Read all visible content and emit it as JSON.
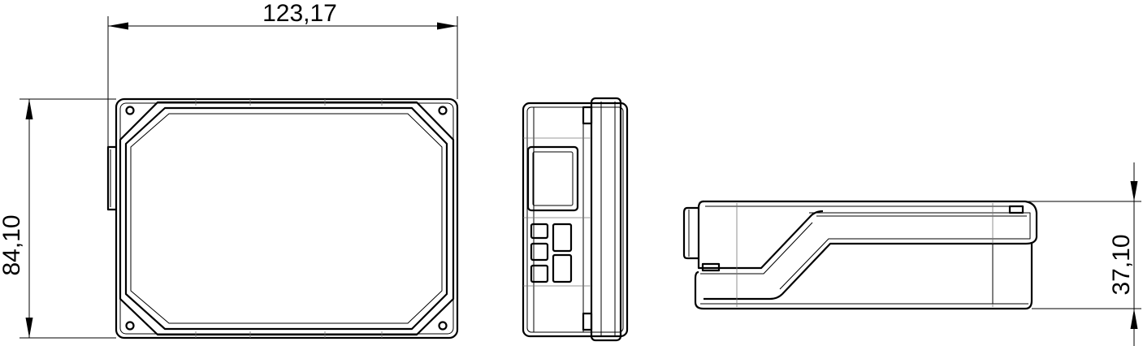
{
  "dimensions": {
    "width": "123,17",
    "height": "84,10",
    "depth": "37,10"
  },
  "colors": {
    "line": "#000000",
    "background": "#ffffff"
  }
}
